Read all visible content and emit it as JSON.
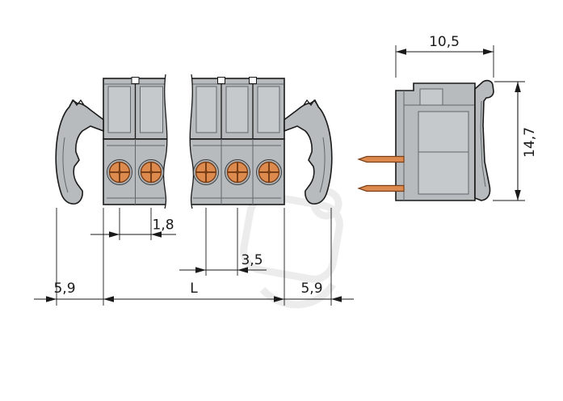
{
  "drawing": {
    "title": "Connector dimensional drawing, front view and side view",
    "front_view": {
      "description": "multi-pole female plug connector with locking levers, 5 contacts shown with break line",
      "dim_contact_offset": "1,8",
      "dim_pitch": "3,5",
      "dim_lever_left": "5,9",
      "dim_length": "L",
      "dim_lever_right": "5,9"
    },
    "side_view": {
      "description": "connector side profile with two solder pins and locking lever",
      "dim_width": "10,5",
      "dim_height": "14,7"
    },
    "colors": {
      "line": "#1a1a1a",
      "body_gray": "#b7bbbd",
      "body_gray_light": "#c5c9cb",
      "body_gray_dark": "#9aa0a2",
      "contact_orange": "#dd8a4f",
      "contact_orange_dark": "#7a3f16",
      "watermark_gray": "#ececec",
      "background": "#ffffff"
    }
  }
}
